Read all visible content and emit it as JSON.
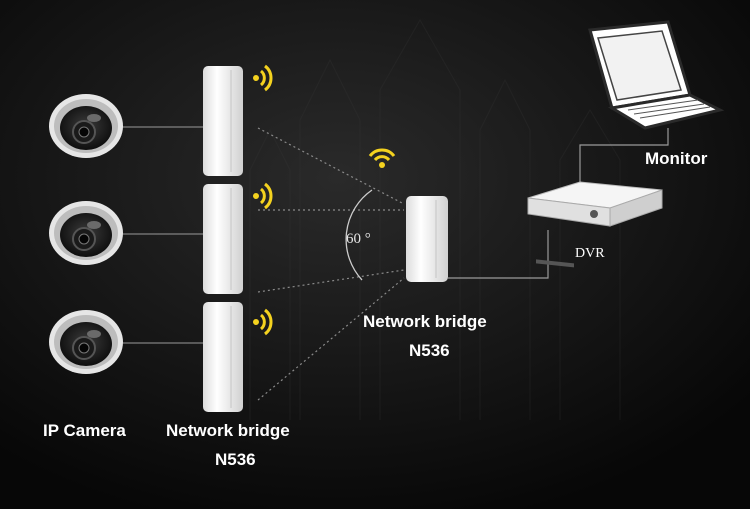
{
  "labels": {
    "ip_camera": "IP Camera",
    "bridge_left_name": "Network bridge",
    "bridge_left_model": "N536",
    "bridge_center_name": "Network bridge",
    "bridge_center_model": "N536",
    "monitor": "Monitor",
    "dvr": "DVR",
    "angle": "60 °"
  },
  "colors": {
    "background": "#0c0c0c",
    "device_white": "#f2f2f2",
    "wifi_signal": "#f4d21f",
    "link_line": "#9a9a9a",
    "text": "#ffffff"
  },
  "icons": {
    "camera": "dome-camera-icon",
    "bridge": "outdoor-cpe-bridge-icon",
    "wifi": "wifi-signal-icon",
    "laptop": "laptop-monitor-icon",
    "dvr": "dvr-recorder-icon"
  }
}
